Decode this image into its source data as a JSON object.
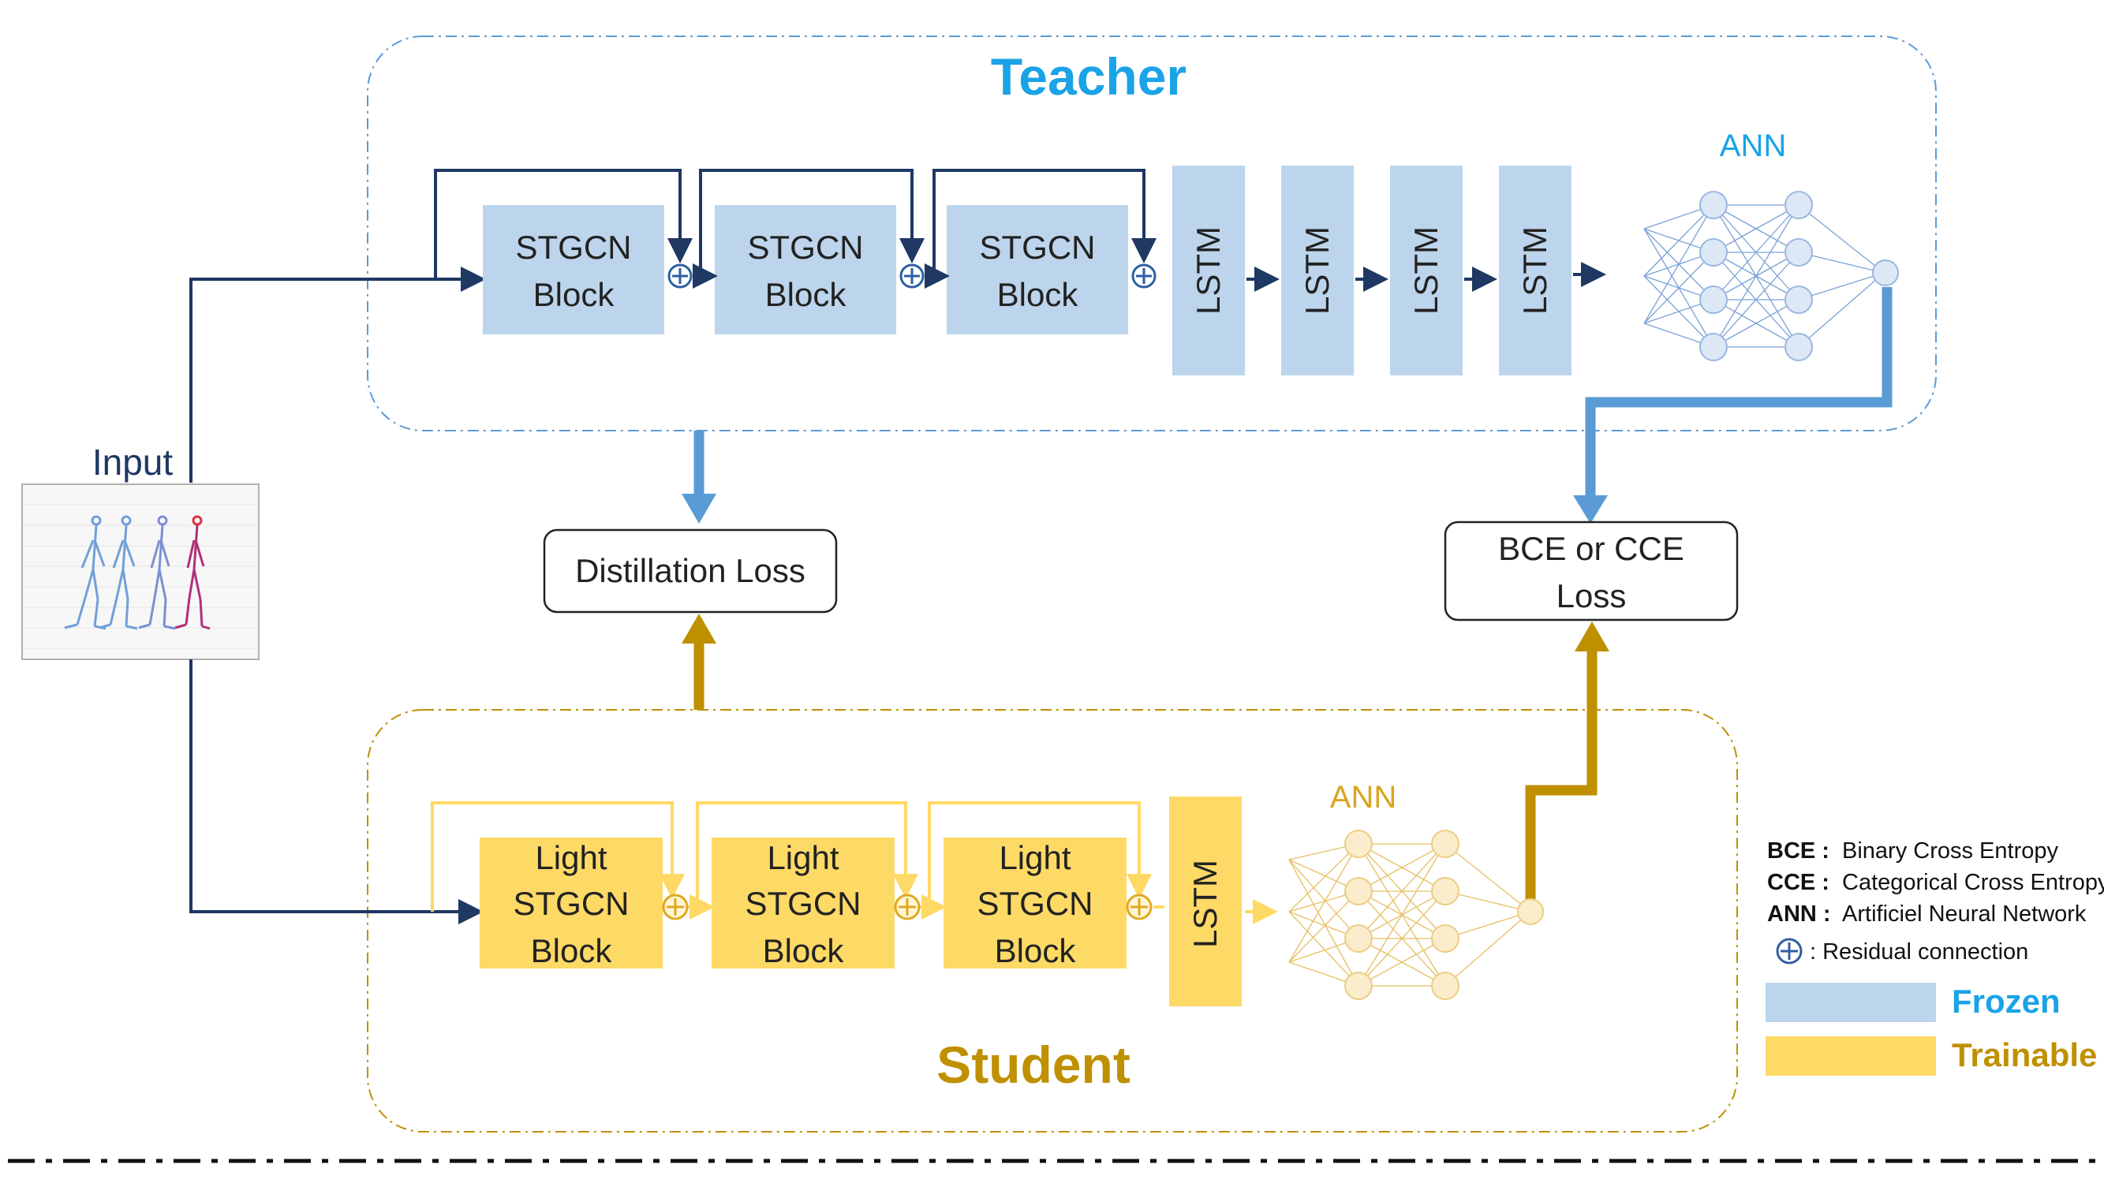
{
  "teacher": {
    "title": "Teacher",
    "blocks": [
      {
        "line1": "STGCN",
        "line2": "Block"
      },
      {
        "line1": "STGCN",
        "line2": "Block"
      },
      {
        "line1": "STGCN",
        "line2": "Block"
      }
    ],
    "lstm": [
      "LSTM",
      "LSTM",
      "LSTM",
      "LSTM"
    ],
    "ann_label": "ANN"
  },
  "student": {
    "title": "Student",
    "blocks": [
      {
        "line1": "Light",
        "line2": "STGCN",
        "line3": "Block"
      },
      {
        "line1": "Light",
        "line2": "STGCN",
        "line3": "Block"
      },
      {
        "line1": "Light",
        "line2": "STGCN",
        "line3": "Block"
      }
    ],
    "lstm": "LSTM",
    "ann_label": "ANN"
  },
  "input_label": "Input",
  "distillation_loss": "Distillation Loss",
  "bce_loss": {
    "line1": "BCE or CCE",
    "line2": "Loss"
  },
  "legend": {
    "bce": {
      "abbr": "BCE :",
      "text": "Binary Cross Entropy"
    },
    "cce": {
      "abbr": "CCE :",
      "text": "Categorical Cross Entropy"
    },
    "ann": {
      "abbr": "ANN :",
      "text": "Artificiel Neural Network"
    },
    "residual": ": Residual connection",
    "frozen": "Frozen",
    "trainable": "Trainable"
  },
  "colors": {
    "frozen_fill": "#bcd5ec",
    "trainable_fill": "#fdd966",
    "teacher_title": "#1aa3e6",
    "student_title": "#bf9000",
    "navy": "#1f3864",
    "blue_arrow": "#5b9bd5",
    "gold_arrow": "#bf9000",
    "gold_light": "#ffd966"
  }
}
